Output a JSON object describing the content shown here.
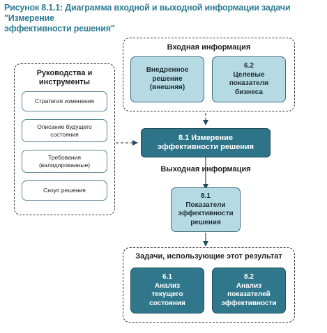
{
  "title_line1": "Рисунок 8.1.1: Диаграмма входной и выходной информации задачи \"Измерение",
  "title_line2": "эффективности решения\"",
  "inputs": {
    "title": "Входная информация",
    "items": [
      {
        "number": "",
        "line1": "Внедренное",
        "line2": "решение",
        "line3": "(внешняя)"
      },
      {
        "number": "6.2",
        "line1": "Целевые",
        "line2": "показатели",
        "line3": "бизнеса"
      }
    ]
  },
  "guidelines": {
    "title_line1": "Руководства и",
    "title_line2": "инструменты",
    "items": [
      {
        "line1": "Стратегия изменения",
        "line2": ""
      },
      {
        "line1": "Описание будущего",
        "line2": "состояния"
      },
      {
        "line1": "Требования",
        "line2": "(валидированные)"
      },
      {
        "line1": "Скоуп решения",
        "line2": ""
      }
    ]
  },
  "task": {
    "line1": "8.1 Измерение",
    "line2": "эффективности решения"
  },
  "outputs": {
    "title": "Выходная информация",
    "item": {
      "number": "8.1",
      "line1": "Показатели",
      "line2": "эффективности",
      "line3": "решения"
    }
  },
  "consumers": {
    "title": "Задачи, использующие этот результат",
    "items": [
      {
        "number": "6.1",
        "line1": "Анализ",
        "line2": "текущего",
        "line3": "состояния"
      },
      {
        "number": "8.2",
        "line1": "Анализ",
        "line2": "показателей",
        "line3": "эффективности"
      }
    ]
  },
  "colors": {
    "title": "#2f7d94",
    "light_box": "#b6dae4",
    "dark_box": "#30778c",
    "border": "#333333"
  }
}
